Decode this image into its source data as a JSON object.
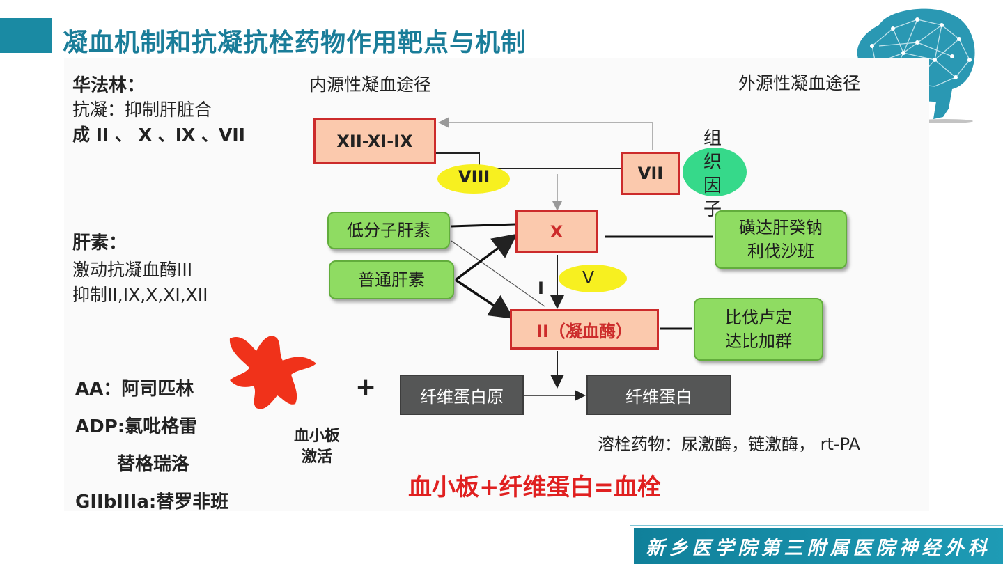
{
  "slide": {
    "title": "凝血机制和抗凝抗栓药物作用靶点与机制",
    "footer": "新乡医学院第三附属医院神经外科"
  },
  "left_notes": {
    "warfarin_head": "华法林：",
    "warfarin_line1": "抗凝：抑制肝脏合",
    "warfarin_line2": "成 II 、 X 、IX 、VII",
    "heparin_head": "肝素：",
    "heparin_line1": "激动抗凝血酶III",
    "heparin_line2": "抑制II,IX,X,XI,XII",
    "aa": "AA：阿司匹林",
    "adp_line1": "ADP:氯吡格雷",
    "adp_line2": "替格瑞洛",
    "gp": "GIIbIIIa:替罗非班"
  },
  "diagram": {
    "intrinsic": "内源性凝血途径",
    "extrinsic": "外源性凝血途径",
    "factor_12_11_9": "XII-XI-IX",
    "factor_7": "VII",
    "factor_8": "VIII",
    "tissue_factor": [
      "组",
      "织",
      "因",
      "子"
    ],
    "factor_x": "X",
    "factor_v": "V",
    "inhibit_mark": "I",
    "thrombin": "II（凝血酶）",
    "lmwh": "低分子肝素",
    "heparin": "普通肝素",
    "xa_inhibitors_line1": "磺达肝癸钠",
    "xa_inhibitors_line2": "利伐沙班",
    "thrombin_inhibitors_line1": "比伐卢定",
    "thrombin_inhibitors_line2": "达比加群",
    "fibrinogen": "纤维蛋白原",
    "fibrin": "纤维蛋白",
    "plus": "+",
    "platelet_line1": "血小板",
    "platelet_line2": "激活",
    "thrombolytics": "溶栓药物：尿激酶，链激酶，  rt-PA",
    "equation": "血小板+纤维蛋白=血栓"
  },
  "colors": {
    "title": "#1a7d99",
    "accent_bar": "#1a8aa3",
    "factor_fill": "#fbc9ad",
    "factor_border": "#cc2b2b",
    "drug_fill": "#8fdc62",
    "yellow_oval": "#f7f020",
    "tissue_factor_oval": "#36d98a",
    "platelet": "#f0321a",
    "equation": "#e02020"
  },
  "icons": {
    "brain": "brain-network-icon",
    "platelet": "activated-platelet-shape"
  }
}
